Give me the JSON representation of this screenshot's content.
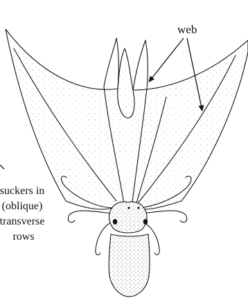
{
  "labels": {
    "web": "web",
    "suckers": [
      "suckers in",
      "(oblique)",
      "transverse",
      "rows"
    ]
  }
}
